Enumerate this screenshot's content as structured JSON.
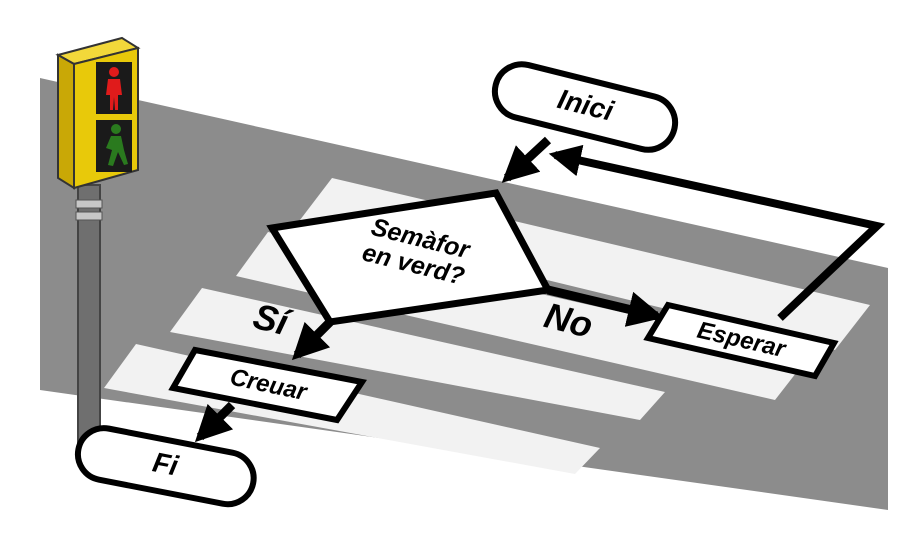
{
  "flowchart": {
    "start": "Inici",
    "decision_line1": "Semàfor",
    "decision_line2": "en verd?",
    "yes_label": "Sí",
    "no_label": "No",
    "wait": "Esperar",
    "cross": "Creuar",
    "end": "Fi"
  },
  "colors": {
    "road": "#8c8c8c",
    "stripe": "#f2f2f2",
    "light_housing": "#e8c90a",
    "red_man": "#e01b1b",
    "green_man": "#2a7a1e",
    "pole": "#6f6f6f",
    "ink": "#000000"
  },
  "icons": [
    "traffic-light-icon",
    "red-pedestrian-icon",
    "green-pedestrian-icon"
  ]
}
